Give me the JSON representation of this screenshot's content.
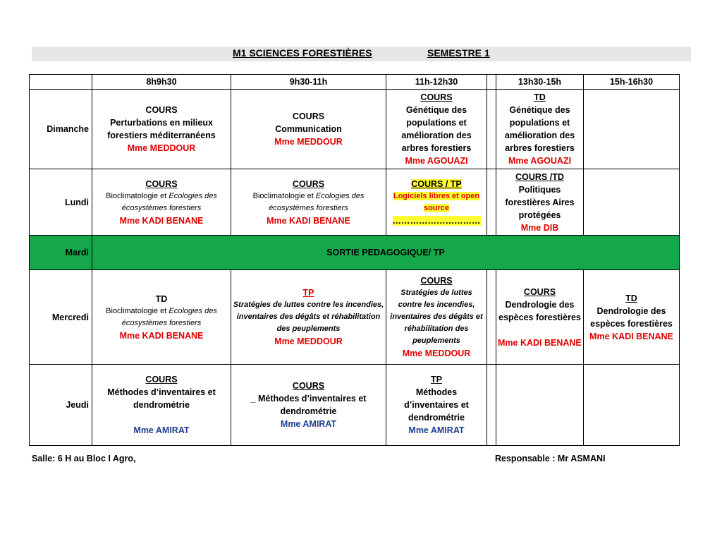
{
  "header": {
    "title": "M1 SCIENCES FORESTIÈRES",
    "semester": "SEMESTRE 1"
  },
  "columns": [
    "8h9h30",
    "9h30-11h",
    "11h-12h30",
    "13h30-15h",
    "15h-16h30"
  ],
  "rows": {
    "dimanche": {
      "day": "Dimanche",
      "c1": {
        "type": "COURS",
        "subject": "Perturbations en milieux forestiers méditerranéens",
        "teacher": "Mme MEDDOUR"
      },
      "c2": {
        "type": "COURS",
        "subject": "Communication",
        "teacher": "Mme MEDDOUR"
      },
      "c3": {
        "type": "COURS",
        "subject": "Génétique des populations et amélioration des arbres forestiers",
        "teacher": "Mme AGOUAZI"
      },
      "c4": {
        "type": "TD",
        "subject": "Génétique des populations et amélioration des arbres forestiers",
        "teacher": "Mme AGOUAZI"
      }
    },
    "lundi": {
      "day": "Lundi",
      "c1": {
        "type": "COURS",
        "subject_a": "Bioclimatologie et",
        "subject_b": "Ecologies des écosystèmes forestiers",
        "teacher": "Mme KADI BENANE"
      },
      "c2": {
        "type": "COURS",
        "subject_a": "Bioclimatologie et",
        "subject_b": "Ecologies des écosystèmes forestiers",
        "teacher": "Mme KADI BENANE"
      },
      "c3": {
        "type": "COURS / TP",
        "subject": "Logiciels libres et open source",
        "dots": "…………………………"
      },
      "c4": {
        "type": "COURS /TD",
        "subject": "Politiques forestières Aires protégées",
        "teacher": "Mme DIB"
      }
    },
    "mardi": {
      "day": "Mardi",
      "text": "SORTIE PEDAGOGIQUE/ TP"
    },
    "mercredi": {
      "day": "Mercredi",
      "c1": {
        "type": "TD",
        "subject_a": "Bioclimatologie et",
        "subject_b": "Ecologies des écosystèmes forestiers",
        "teacher": "Mme KADI BENANE"
      },
      "c2": {
        "type": "TP",
        "subject": "Stratégies de luttes contre les incendies, inventaires des dégâts et réhabilitation des peuplements",
        "teacher": "Mme MEDDOUR"
      },
      "c3": {
        "type": "COURS",
        "subject": "Stratégies de luttes contre les incendies, inventaires des dégâts et réhabilitation des peuplements",
        "teacher": "Mme MEDDOUR"
      },
      "c4": {
        "type": "COURS",
        "subject": "Dendrologie des espèces forestières",
        "teacher": "Mme KADI BENANE"
      },
      "c5": {
        "type": "TD",
        "subject": "Dendrologie des espèces forestières",
        "teacher": "Mme KADI BENANE"
      }
    },
    "jeudi": {
      "day": "Jeudi",
      "c1": {
        "type": "COURS",
        "subject": "Méthodes d’inventaires et dendrométrie",
        "teacher": "Mme AMIRAT"
      },
      "c2": {
        "type": "COURS",
        "subject": "_ Méthodes d’inventaires et dendrométrie",
        "teacher": "Mme AMIRAT"
      },
      "c3": {
        "type": "TP",
        "subject": "Méthodes d’inventaires et dendrométrie",
        "teacher": "Mme AMIRAT"
      }
    }
  },
  "footer": {
    "room": "Salle:   6 H  au Bloc I Agro,",
    "manager": "Responsable : Mr ASMANI"
  },
  "colors": {
    "green": "#14a84b",
    "red": "#e00000",
    "blue": "#1f3f8f",
    "highlight": "#ffff33"
  }
}
